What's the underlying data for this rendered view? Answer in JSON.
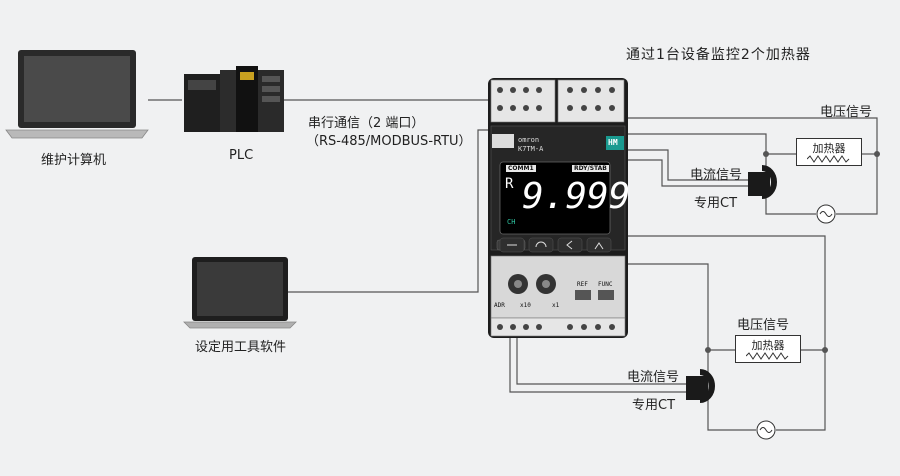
{
  "title": "通过1台设备监控2个加热器",
  "maintenance_pc": {
    "label": "维护计算机"
  },
  "plc": {
    "label": "PLC"
  },
  "comm": {
    "line1": "串行通信（2 端口）",
    "line2": "（RS-485/MODBUS-RTU）"
  },
  "setup_pc": {
    "label": "设定用工具软件"
  },
  "device": {
    "brand": "omron",
    "model": "K7TM-A",
    "badge": "HM",
    "display_value": "9.999",
    "display_prefix": "R",
    "tag_left": "COMM1",
    "tag_right": "RDY/STAB",
    "ch_label": "CH",
    "adr_label": "ADR",
    "x10_label": "x10",
    "x1_label": "x1",
    "ref_label": "REF",
    "func_label": "FUNC"
  },
  "heater_1": {
    "voltage_label": "电压信号",
    "heater_label": "加热器",
    "current_label": "电流信号",
    "ct_label": "专用CT"
  },
  "heater_2": {
    "voltage_label": "电压信号",
    "heater_label": "加热器",
    "current_label": "电流信号",
    "ct_label": "专用CT"
  },
  "colors": {
    "background": "#f0f1f2",
    "wire": "#555555",
    "device_body": "#1c1c1c",
    "lcd": "#000000",
    "badge": "#1a9a90"
  }
}
